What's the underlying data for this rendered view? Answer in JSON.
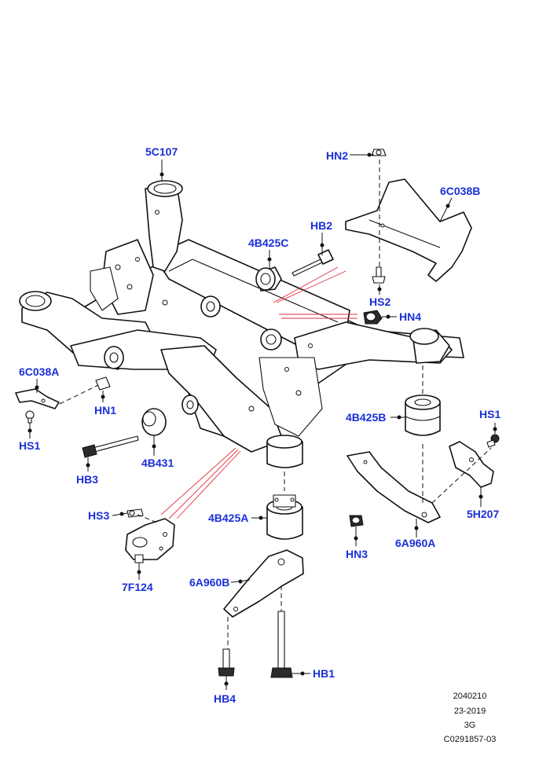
{
  "diagram": {
    "labels": {
      "5C107": "5C107",
      "HN2": "HN2",
      "6C038B": "6C038B",
      "4B425C": "4B425C",
      "HB2": "HB2",
      "HS2": "HS2",
      "HN4": "HN4",
      "6C038A": "6C038A",
      "HN1": "HN1",
      "HS1_left": "HS1",
      "HB3": "HB3",
      "4B431": "4B431",
      "4B425B": "4B425B",
      "HS1_right": "HS1",
      "5H207": "5H207",
      "HS3": "HS3",
      "4B425A": "4B425A",
      "HN3": "HN3",
      "6A960A": "6A960A",
      "7F124": "7F124",
      "6A960B": "6A960B",
      "HB1": "HB1",
      "HB4": "HB4"
    },
    "reference": {
      "line1": "2040210",
      "line2": "23-2019",
      "line3": "3G",
      "line4": "C0291857-03"
    },
    "colors": {
      "callout": "#1a2fd8",
      "lines": "#111111",
      "alignment_lines": "#e0303a"
    }
  }
}
